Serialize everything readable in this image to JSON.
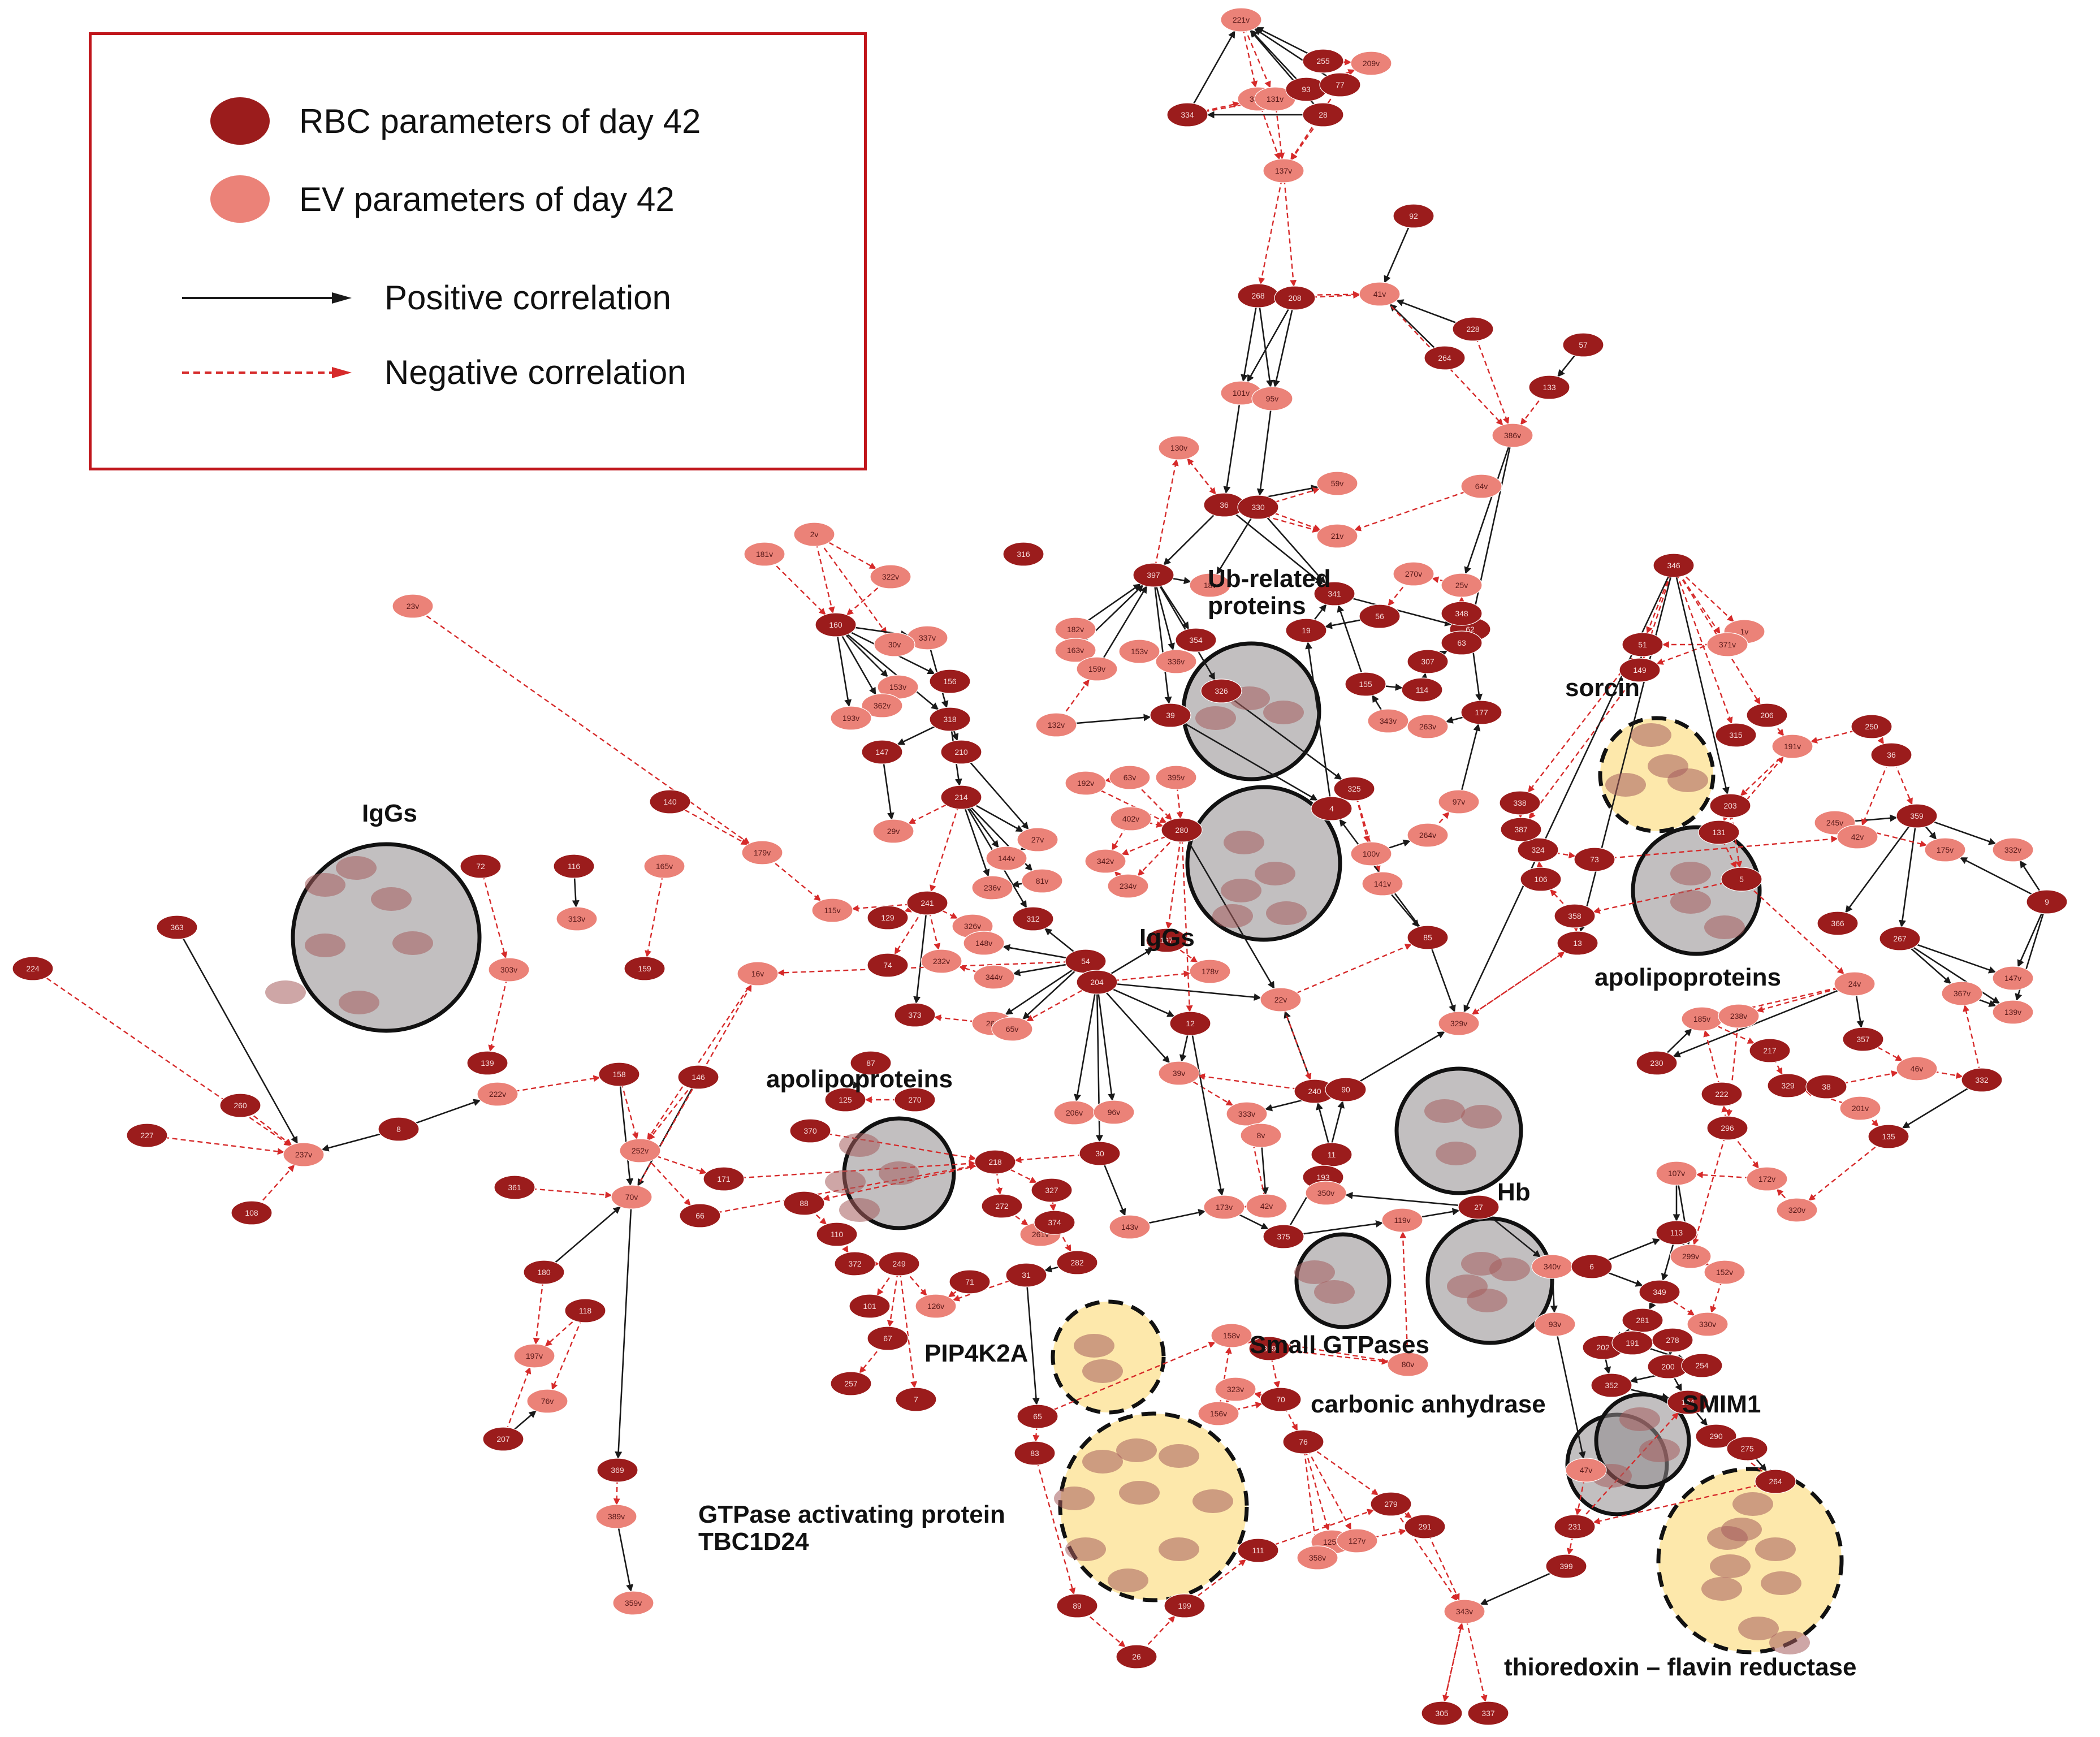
{
  "legend": {
    "rbc_label": "RBC parameters of day 42",
    "ev_label": "EV parameters of day 42",
    "positive_label": "Positive correlation",
    "negative_label": "Negative correlation"
  },
  "colors": {
    "rbc_node": "#9b1c1c",
    "ev_node": "#eb8278",
    "positive_edge": "#1a1a1a",
    "negative_edge": "#d62a2a",
    "cluster_grey": "#8f8a8c",
    "cluster_yellow": "#fde7a6",
    "legend_border": "#c0151b"
  },
  "cluster_labels": [
    {
      "id": "igg-left",
      "text": "IgGs"
    },
    {
      "id": "ub-related",
      "text": "Ub-related\nproteins"
    },
    {
      "id": "sorcin",
      "text": "sorcin"
    },
    {
      "id": "igg-center",
      "text": "IgGs"
    },
    {
      "id": "apolipo-right",
      "text": "apolipoproteins"
    },
    {
      "id": "apolipo-left",
      "text": "apolipoproteins"
    },
    {
      "id": "hb",
      "text": "Hb"
    },
    {
      "id": "pip4k2a",
      "text": "PIP4K2A"
    },
    {
      "id": "small-gtpases",
      "text": "Small GTPases"
    },
    {
      "id": "carbonic",
      "text": "carbonic anhydrase"
    },
    {
      "id": "smim1",
      "text": "SMIM1"
    },
    {
      "id": "gtpase-tbc",
      "text": "GTPase activating protein\nTBC1D24"
    },
    {
      "id": "thioredoxin",
      "text": "thioredoxin – flavin reductase"
    }
  ],
  "nodes": [
    {
      "id": "221v",
      "t": "ev"
    },
    {
      "id": "331v",
      "t": "ev"
    },
    {
      "id": "131v",
      "t": "ev"
    },
    {
      "id": "255",
      "t": "rbc"
    },
    {
      "id": "209v",
      "t": "ev"
    },
    {
      "id": "93",
      "t": "rbc"
    },
    {
      "id": "77",
      "t": "rbc"
    },
    {
      "id": "334",
      "t": "rbc"
    },
    {
      "id": "28",
      "t": "rbc"
    },
    {
      "id": "137v",
      "t": "ev"
    },
    {
      "id": "92",
      "t": "rbc"
    },
    {
      "id": "268",
      "t": "rbc"
    },
    {
      "id": "208",
      "t": "rbc"
    },
    {
      "id": "41v",
      "t": "ev"
    },
    {
      "id": "228",
      "t": "rbc"
    },
    {
      "id": "264",
      "t": "rbc"
    },
    {
      "id": "57",
      "t": "rbc"
    },
    {
      "id": "133",
      "t": "rbc"
    },
    {
      "id": "101v",
      "t": "ev"
    },
    {
      "id": "95v",
      "t": "ev"
    },
    {
      "id": "386v",
      "t": "ev"
    },
    {
      "id": "130v",
      "t": "ev"
    },
    {
      "id": "59v",
      "t": "ev"
    },
    {
      "id": "64v",
      "t": "ev"
    },
    {
      "id": "36",
      "t": "rbc"
    },
    {
      "id": "330",
      "t": "rbc"
    },
    {
      "id": "21v",
      "t": "ev"
    },
    {
      "id": "181v",
      "t": "ev"
    },
    {
      "id": "2v",
      "t": "ev"
    },
    {
      "id": "316",
      "t": "rbc"
    },
    {
      "id": "322v",
      "t": "ev"
    },
    {
      "id": "346",
      "t": "rbc"
    },
    {
      "id": "397",
      "t": "rbc"
    },
    {
      "id": "23v",
      "t": "ev"
    },
    {
      "id": "160",
      "t": "rbc"
    },
    {
      "id": "337v",
      "t": "ev"
    },
    {
      "id": "182v",
      "t": "ev"
    },
    {
      "id": "30v",
      "t": "ev"
    },
    {
      "id": "163v",
      "t": "ev"
    },
    {
      "id": "159v",
      "t": "ev"
    },
    {
      "id": "153v",
      "t": "ev"
    },
    {
      "id": "362v",
      "t": "ev"
    },
    {
      "id": "156",
      "t": "rbc"
    },
    {
      "id": "193v",
      "t": "ev"
    },
    {
      "id": "318",
      "t": "rbc"
    },
    {
      "id": "147",
      "t": "rbc"
    },
    {
      "id": "210",
      "t": "rbc"
    },
    {
      "id": "132v",
      "t": "ev"
    },
    {
      "id": "214",
      "t": "rbc"
    },
    {
      "id": "140",
      "t": "rbc"
    },
    {
      "id": "29v",
      "t": "ev"
    },
    {
      "id": "179v",
      "t": "ev"
    },
    {
      "id": "72",
      "t": "rbc"
    },
    {
      "id": "116",
      "t": "rbc"
    },
    {
      "id": "165v",
      "t": "ev"
    },
    {
      "id": "313v",
      "t": "ev"
    },
    {
      "id": "159",
      "t": "rbc"
    },
    {
      "id": "303v",
      "t": "ev"
    },
    {
      "id": "363",
      "t": "rbc"
    },
    {
      "id": "224",
      "t": "rbc"
    },
    {
      "id": "139",
      "t": "rbc"
    },
    {
      "id": "222v",
      "t": "ev"
    },
    {
      "id": "158",
      "t": "rbc"
    },
    {
      "id": "146",
      "t": "rbc"
    },
    {
      "id": "260",
      "t": "rbc"
    },
    {
      "id": "8",
      "t": "rbc"
    },
    {
      "id": "227",
      "t": "rbc"
    },
    {
      "id": "237v",
      "t": "ev"
    },
    {
      "id": "252v",
      "t": "ev"
    },
    {
      "id": "361",
      "t": "rbc"
    },
    {
      "id": "70v",
      "t": "ev"
    },
    {
      "id": "171",
      "t": "rbc"
    },
    {
      "id": "66",
      "t": "rbc"
    },
    {
      "id": "108",
      "t": "rbc"
    },
    {
      "id": "180",
      "t": "rbc"
    },
    {
      "id": "118",
      "t": "rbc"
    },
    {
      "id": "197v",
      "t": "ev"
    },
    {
      "id": "76v",
      "t": "ev"
    },
    {
      "id": "207",
      "t": "rbc"
    },
    {
      "id": "369",
      "t": "rbc"
    },
    {
      "id": "389v",
      "t": "ev"
    },
    {
      "id": "359v",
      "t": "ev"
    },
    {
      "id": "16v",
      "t": "ev"
    },
    {
      "id": "241",
      "t": "rbc"
    },
    {
      "id": "115v",
      "t": "ev"
    },
    {
      "id": "129",
      "t": "rbc"
    },
    {
      "id": "74",
      "t": "rbc"
    },
    {
      "id": "373",
      "t": "rbc"
    },
    {
      "id": "232v",
      "t": "ev"
    },
    {
      "id": "326v",
      "t": "ev"
    },
    {
      "id": "148v",
      "t": "ev"
    },
    {
      "id": "144v",
      "t": "ev"
    },
    {
      "id": "236v",
      "t": "ev"
    },
    {
      "id": "27v",
      "t": "ev"
    },
    {
      "id": "81v",
      "t": "ev"
    },
    {
      "id": "312",
      "t": "rbc"
    },
    {
      "id": "344v",
      "t": "ev"
    },
    {
      "id": "26v",
      "t": "ev"
    },
    {
      "id": "65v",
      "t": "ev"
    },
    {
      "id": "54",
      "t": "rbc"
    },
    {
      "id": "204",
      "t": "rbc"
    },
    {
      "id": "192v",
      "t": "ev"
    },
    {
      "id": "63v",
      "t": "ev"
    },
    {
      "id": "395v",
      "t": "ev"
    },
    {
      "id": "402v",
      "t": "ev"
    },
    {
      "id": "280",
      "t": "rbc"
    },
    {
      "id": "342v",
      "t": "ev"
    },
    {
      "id": "234v",
      "t": "ev"
    },
    {
      "id": "197",
      "t": "rbc"
    },
    {
      "id": "178v",
      "t": "ev"
    },
    {
      "id": "12",
      "t": "rbc"
    },
    {
      "id": "39v",
      "t": "ev"
    },
    {
      "id": "22v",
      "t": "ev"
    },
    {
      "id": "206v",
      "t": "ev"
    },
    {
      "id": "96v",
      "t": "ev"
    },
    {
      "id": "87",
      "t": "rbc"
    },
    {
      "id": "125",
      "t": "rbc"
    },
    {
      "id": "270",
      "t": "rbc"
    },
    {
      "id": "370",
      "t": "rbc"
    },
    {
      "id": "218",
      "t": "rbc"
    },
    {
      "id": "88",
      "t": "rbc"
    },
    {
      "id": "110",
      "t": "rbc"
    },
    {
      "id": "372",
      "t": "rbc"
    },
    {
      "id": "249",
      "t": "rbc"
    },
    {
      "id": "101",
      "t": "rbc"
    },
    {
      "id": "67",
      "t": "rbc"
    },
    {
      "id": "257",
      "t": "rbc"
    },
    {
      "id": "7",
      "t": "rbc"
    },
    {
      "id": "71",
      "t": "rbc"
    },
    {
      "id": "126v",
      "t": "ev"
    },
    {
      "id": "31",
      "t": "rbc"
    },
    {
      "id": "272",
      "t": "rbc"
    },
    {
      "id": "261v",
      "t": "ev"
    },
    {
      "id": "327",
      "t": "rbc"
    },
    {
      "id": "374",
      "t": "rbc"
    },
    {
      "id": "282",
      "t": "rbc"
    },
    {
      "id": "30",
      "t": "rbc"
    },
    {
      "id": "143v",
      "t": "ev"
    },
    {
      "id": "340v",
      "t": "ev"
    },
    {
      "id": "6",
      "t": "rbc"
    },
    {
      "id": "113",
      "t": "rbc"
    },
    {
      "id": "299v",
      "t": "ev"
    },
    {
      "id": "152v",
      "t": "ev"
    },
    {
      "id": "330v",
      "t": "ev"
    },
    {
      "id": "107v",
      "t": "ev"
    },
    {
      "id": "172v",
      "t": "ev"
    },
    {
      "id": "320v",
      "t": "ev"
    },
    {
      "id": "135",
      "t": "rbc"
    },
    {
      "id": "222",
      "t": "rbc"
    },
    {
      "id": "296",
      "t": "rbc"
    },
    {
      "id": "230",
      "t": "rbc"
    },
    {
      "id": "185v",
      "t": "ev"
    },
    {
      "id": "238v",
      "t": "ev"
    },
    {
      "id": "24v",
      "t": "ev"
    },
    {
      "id": "357",
      "t": "rbc"
    },
    {
      "id": "46v",
      "t": "ev"
    },
    {
      "id": "332",
      "t": "rbc"
    },
    {
      "id": "201v",
      "t": "ev"
    },
    {
      "id": "217",
      "t": "rbc"
    },
    {
      "id": "329",
      "t": "rbc"
    },
    {
      "id": "38",
      "t": "rbc"
    },
    {
      "id": "175v",
      "t": "ev"
    },
    {
      "id": "332v",
      "t": "ev"
    },
    {
      "id": "359",
      "t": "rbc"
    },
    {
      "id": "245v",
      "t": "ev"
    },
    {
      "id": "42v",
      "t": "ev"
    },
    {
      "id": "366",
      "t": "rbc"
    },
    {
      "id": "267",
      "t": "rbc"
    },
    {
      "id": "367v",
      "t": "ev"
    },
    {
      "id": "147v",
      "t": "ev"
    },
    {
      "id": "139v",
      "t": "ev"
    },
    {
      "id": "9",
      "t": "rbc"
    },
    {
      "id": "1v",
      "t": "ev"
    },
    {
      "id": "371v",
      "t": "ev"
    },
    {
      "id": "51",
      "t": "rbc"
    },
    {
      "id": "149",
      "t": "rbc"
    },
    {
      "id": "206",
      "t": "rbc"
    },
    {
      "id": "315",
      "t": "rbc"
    },
    {
      "id": "250",
      "t": "rbc"
    },
    {
      "id": "191v",
      "t": "ev"
    },
    {
      "id": "36b",
      "t": "rbc"
    },
    {
      "id": "203",
      "t": "rbc"
    },
    {
      "id": "131",
      "t": "rbc"
    },
    {
      "id": "5",
      "t": "rbc"
    },
    {
      "id": "13",
      "t": "rbc"
    },
    {
      "id": "358",
      "t": "rbc"
    },
    {
      "id": "106",
      "t": "rbc"
    },
    {
      "id": "324",
      "t": "rbc"
    },
    {
      "id": "338",
      "t": "rbc"
    },
    {
      "id": "387",
      "t": "rbc"
    },
    {
      "id": "73",
      "t": "rbc"
    },
    {
      "id": "100v",
      "t": "ev"
    },
    {
      "id": "141v",
      "t": "ev"
    },
    {
      "id": "264v",
      "t": "ev"
    },
    {
      "id": "97v",
      "t": "ev"
    },
    {
      "id": "85",
      "t": "rbc"
    },
    {
      "id": "329v",
      "t": "ev"
    },
    {
      "id": "325",
      "t": "rbc"
    },
    {
      "id": "4",
      "t": "rbc"
    },
    {
      "id": "62",
      "t": "rbc"
    },
    {
      "id": "341",
      "t": "rbc"
    },
    {
      "id": "19",
      "t": "rbc"
    },
    {
      "id": "56",
      "t": "rbc"
    },
    {
      "id": "270v",
      "t": "ev"
    },
    {
      "id": "25v",
      "t": "ev"
    },
    {
      "id": "348",
      "t": "rbc"
    },
    {
      "id": "307",
      "t": "rbc"
    },
    {
      "id": "63b",
      "t": "rbc"
    },
    {
      "id": "155",
      "t": "rbc"
    },
    {
      "id": "114",
      "t": "rbc"
    },
    {
      "id": "343v",
      "t": "ev"
    },
    {
      "id": "263v",
      "t": "ev"
    },
    {
      "id": "177",
      "t": "rbc"
    },
    {
      "id": "39",
      "t": "rbc"
    },
    {
      "id": "326",
      "t": "rbc"
    },
    {
      "id": "336v",
      "t": "ev"
    },
    {
      "id": "153b",
      "t": "ev"
    },
    {
      "id": "354",
      "t": "rbc"
    },
    {
      "id": "18v",
      "t": "ev"
    },
    {
      "id": "333v",
      "t": "ev"
    },
    {
      "id": "8v",
      "t": "ev"
    },
    {
      "id": "240",
      "t": "rbc"
    },
    {
      "id": "90",
      "t": "rbc"
    },
    {
      "id": "11",
      "t": "rbc"
    },
    {
      "id": "193",
      "t": "rbc"
    },
    {
      "id": "350v",
      "t": "ev"
    },
    {
      "id": "27",
      "t": "rbc"
    },
    {
      "id": "119v",
      "t": "ev"
    },
    {
      "id": "375",
      "t": "rbc"
    },
    {
      "id": "42b",
      "t": "ev"
    },
    {
      "id": "173v",
      "t": "ev"
    },
    {
      "id": "158v",
      "t": "ev"
    },
    {
      "id": "369b",
      "t": "rbc"
    },
    {
      "id": "80v",
      "t": "ev"
    },
    {
      "id": "156v",
      "t": "ev"
    },
    {
      "id": "323v",
      "t": "ev"
    },
    {
      "id": "70",
      "t": "rbc"
    },
    {
      "id": "76",
      "t": "rbc"
    },
    {
      "id": "125v",
      "t": "ev"
    },
    {
      "id": "127v",
      "t": "ev"
    },
    {
      "id": "358v",
      "t": "ev"
    },
    {
      "id": "279",
      "t": "rbc"
    },
    {
      "id": "291",
      "t": "rbc"
    },
    {
      "id": "343b",
      "t": "ev"
    },
    {
      "id": "305",
      "t": "rbc"
    },
    {
      "id": "337",
      "t": "rbc"
    },
    {
      "id": "111",
      "t": "rbc"
    },
    {
      "id": "65",
      "t": "rbc"
    },
    {
      "id": "83",
      "t": "rbc"
    },
    {
      "id": "89",
      "t": "rbc"
    },
    {
      "id": "26",
      "t": "rbc"
    },
    {
      "id": "199",
      "t": "rbc"
    },
    {
      "id": "349",
      "t": "rbc"
    },
    {
      "id": "281",
      "t": "rbc"
    },
    {
      "id": "202",
      "t": "rbc"
    },
    {
      "id": "191",
      "t": "rbc"
    },
    {
      "id": "278",
      "t": "rbc"
    },
    {
      "id": "200",
      "t": "rbc"
    },
    {
      "id": "254",
      "t": "rbc"
    },
    {
      "id": "352",
      "t": "rbc"
    },
    {
      "id": "104",
      "t": "rbc"
    },
    {
      "id": "290",
      "t": "rbc"
    },
    {
      "id": "275",
      "t": "rbc"
    },
    {
      "id": "264b",
      "t": "rbc"
    },
    {
      "id": "231",
      "t": "rbc"
    },
    {
      "id": "399",
      "t": "rbc"
    },
    {
      "id": "93v",
      "t": "ev"
    },
    {
      "id": "47v",
      "t": "ev"
    }
  ],
  "node_labels": {
    "36b": "36",
    "63b": "63",
    "153b": "153v",
    "42b": "42v",
    "369b": "369",
    "343b": "343v",
    "264b": "264"
  }
}
